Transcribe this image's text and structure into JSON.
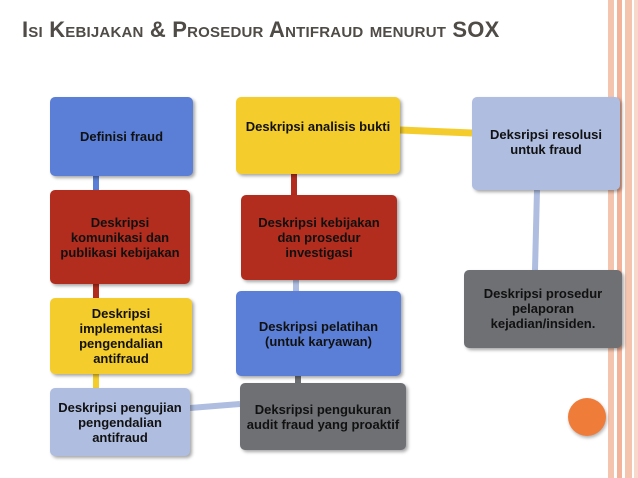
{
  "slide": {
    "title": "Isi Kebijakan & Prosedur Antifraud menurut SOX"
  },
  "boxes": {
    "definisi_fraud": "Definisi  fraud",
    "komunikasi": "Deskripsi komunikasi dan publikasi kebijakan",
    "implementasi": "Deskripsi implementasi pengendalian antifraud",
    "pengujian": "Deskripsi pengujian pengendalian antifraud",
    "analisis_bukti": "Deskripsi analisis bukti",
    "kebijakan_investigasi": "Deskripsi kebijakan dan prosedur investigasi",
    "pelatihan": "Deskripsi pelatihan (untuk karyawan)",
    "pengukuran_audit": "Deksripsi pengukuran audit fraud yang proaktif",
    "resolusi": "Deksripsi resolusi untuk fraud",
    "pelaporan": "Deskripsi prosedur pelaporan kejadian/insiden."
  },
  "colors": {
    "blue": "#5b7fd6",
    "red": "#b22d1e",
    "yellow": "#f4cd2c",
    "lavender": "#aebde0",
    "gray": "#6e7074",
    "accent_circle": "#f07c3a",
    "title": "#4f4b46"
  }
}
